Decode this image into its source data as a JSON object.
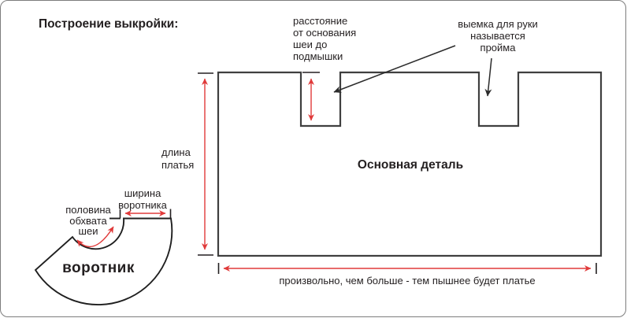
{
  "title": "Построение выкройки:",
  "labels": {
    "distance": "расстояние\nот основания\nшеи до\nподмышки",
    "armhole": "выемка для руки\nназывается\nпройма",
    "dress_length": "длина\nплатья",
    "main_piece": "Основная деталь",
    "collar_width": "ширина\nворотника",
    "neck_half": "половина\nобхвата\nшеи",
    "collar": "воротник",
    "bottom_note": "произвольно, чем больше - тем пышнее будет платье"
  },
  "colors": {
    "dimension_red": "#e03a3a",
    "outline_gray": "#3f3f3f",
    "collar_black": "#1f1f1f",
    "text": "#231f20",
    "frame_border": "#7d7d7d"
  }
}
